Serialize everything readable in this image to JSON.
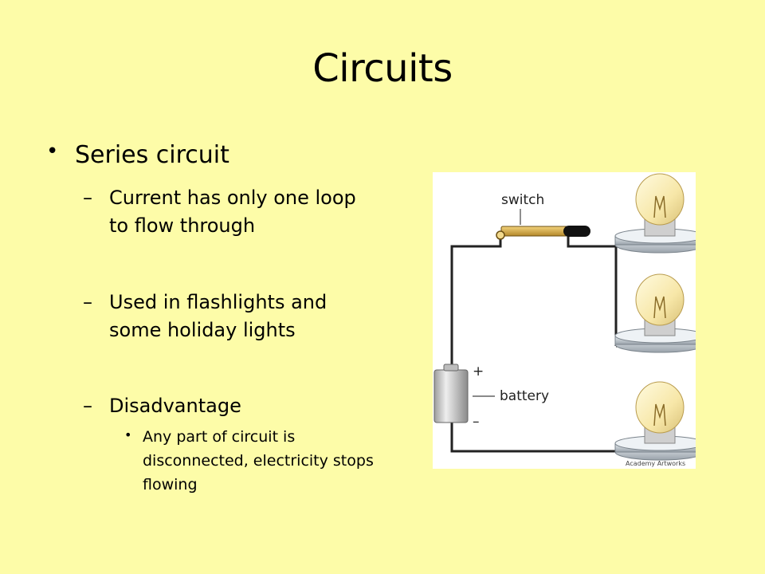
{
  "slide": {
    "title": "Circuits",
    "bullet_1": "Series circuit",
    "sub_1": "Current has only one loop to flow through",
    "sub_2": "Used in flashlights and some holiday lights",
    "sub_3": "Disadvantage",
    "sub_sub_1": "Any part of circuit is disconnected, electricity stops flowing",
    "dash_glyph": "–",
    "bullet_glyph": "•"
  },
  "diagram": {
    "switch_label": "switch",
    "battery_label": "battery",
    "plus_label": "+",
    "minus_label": "–",
    "credit": "Academy Artworks"
  }
}
